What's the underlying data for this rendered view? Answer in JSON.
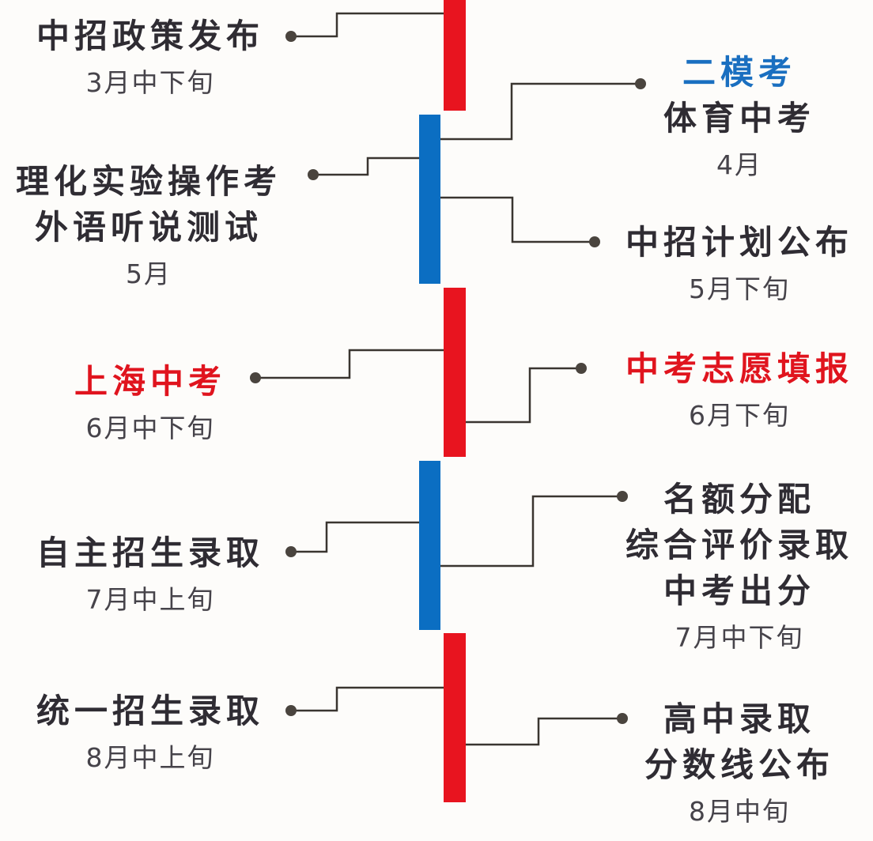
{
  "colors": {
    "red_bar": "#e8141f",
    "blue_bar": "#0b6ec2",
    "red_text": "#e0141e",
    "blue_text": "#1a6fc0",
    "line": "#3a3530"
  },
  "left_events": [
    {
      "lines": [
        "中招政策发布"
      ],
      "date": "3月中下旬"
    },
    {
      "lines": [
        "理化实验操作考",
        "外语听说测试"
      ],
      "date": "5月"
    },
    {
      "lines": [
        "上海中考"
      ],
      "date": "6月中下旬",
      "highlight": "red"
    },
    {
      "lines": [
        "自主招生录取"
      ],
      "date": "7月中上旬"
    },
    {
      "lines": [
        "统一招生录取"
      ],
      "date": "8月中上旬"
    }
  ],
  "right_events": [
    {
      "lines": [
        "二模考",
        "体育中考"
      ],
      "date": "4月",
      "highlight_first": "blue"
    },
    {
      "lines": [
        "中招计划公布"
      ],
      "date": "5月下旬"
    },
    {
      "lines": [
        "中考志愿填报"
      ],
      "date": "6月下旬",
      "highlight": "red"
    },
    {
      "lines": [
        "名额分配",
        "综合评价录取",
        "中考出分"
      ],
      "date": "7月中下旬"
    },
    {
      "lines": [
        "高中录取",
        "分数线公布"
      ],
      "date": "8月中旬"
    }
  ]
}
